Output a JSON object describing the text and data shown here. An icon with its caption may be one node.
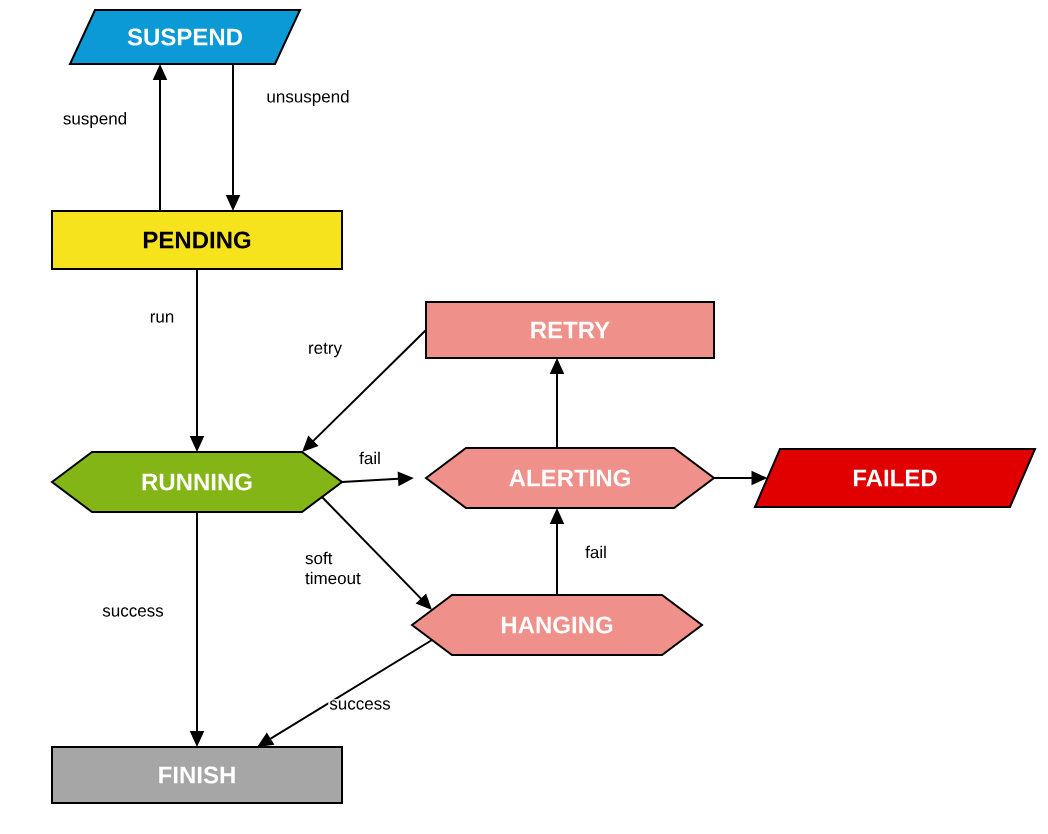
{
  "diagram": {
    "nodes": [
      {
        "text": [
          "SUSPEND"
        ]
      },
      {
        "text": [
          "PENDING"
        ]
      },
      {
        "text": [
          "RETRY"
        ]
      },
      {
        "text": [
          "RUNNING"
        ]
      },
      {
        "text": [
          "ALERTING"
        ]
      },
      {
        "text": [
          "FAILED"
        ]
      },
      {
        "text": [
          "HANGING"
        ]
      },
      {
        "text": [
          "FINISH"
        ]
      }
    ],
    "edges": [
      {
        "from": 1,
        "to": 0,
        "arrow": "to",
        "label": "suspend"
      },
      {
        "from": 0,
        "to": 1,
        "arrow": "to",
        "label": "unsuspend"
      },
      {
        "from": 1,
        "to": 3,
        "arrow": "to",
        "label": "run"
      },
      {
        "from": 2,
        "to": 3,
        "arrow": "to",
        "label": "retry"
      },
      {
        "from": 3,
        "to": 4,
        "arrow": "to",
        "label": "fail"
      },
      {
        "from": 3,
        "to": 6,
        "arrow": "to",
        "label": "soft timeout"
      },
      {
        "from": 6,
        "to": 4,
        "arrow": "to",
        "label": "fail"
      },
      {
        "from": 4,
        "to": 2,
        "arrow": "to"
      },
      {
        "from": 4,
        "to": 5,
        "arrow": "to"
      },
      {
        "from": 3,
        "to": 7,
        "arrow": "to",
        "label": "success"
      },
      {
        "from": 6,
        "to": 7,
        "arrow": "to",
        "label": "success"
      }
    ]
  }
}
